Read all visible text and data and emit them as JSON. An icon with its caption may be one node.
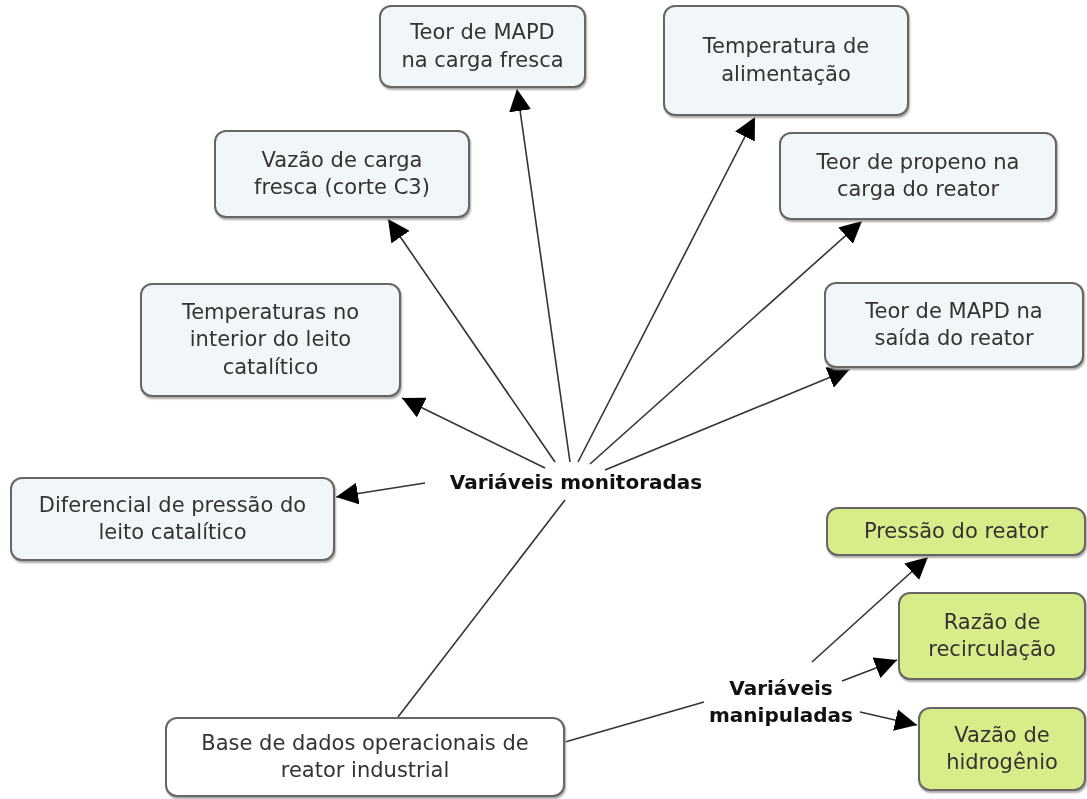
{
  "diagram": {
    "nodes": [
      {
        "text": [
          "Base de dados operacionais de reator industrial"
        ]
      },
      {
        "text": [
          "Variáveis monitoradas"
        ]
      },
      {
        "text": [
          "Variáveis manipuladas"
        ]
      },
      {
        "text": [
          "Teor de MAPD na carga fresca"
        ]
      },
      {
        "text": [
          "Temperatura de alimentação"
        ]
      },
      {
        "text": [
          "Vazão de carga fresca (corte C3)"
        ]
      },
      {
        "text": [
          "Teor de propeno na carga do reator"
        ]
      },
      {
        "text": [
          "Temperaturas no interior do leito catalítico"
        ]
      },
      {
        "text": [
          "Teor de MAPD na saída do reator"
        ]
      },
      {
        "text": [
          "Diferencial de pressão do leito catalítico"
        ]
      },
      {
        "text": [
          "Pressão do reator"
        ]
      },
      {
        "text": [
          "Razão de recirculação"
        ]
      },
      {
        "text": [
          "Vazão de hidrogênio"
        ]
      }
    ],
    "edges": [
      {
        "from": 0,
        "to": 1,
        "arrow": "none"
      },
      {
        "from": 0,
        "to": 2,
        "arrow": "none"
      },
      {
        "from": 1,
        "to": 3,
        "arrow": "to"
      },
      {
        "from": 1,
        "to": 4,
        "arrow": "to"
      },
      {
        "from": 1,
        "to": 5,
        "arrow": "to"
      },
      {
        "from": 1,
        "to": 6,
        "arrow": "to"
      },
      {
        "from": 1,
        "to": 7,
        "arrow": "to"
      },
      {
        "from": 1,
        "to": 8,
        "arrow": "to"
      },
      {
        "from": 1,
        "to": 9,
        "arrow": "to"
      },
      {
        "from": 2,
        "to": 10,
        "arrow": "to"
      },
      {
        "from": 2,
        "to": 11,
        "arrow": "to"
      },
      {
        "from": 2,
        "to": 12,
        "arrow": "to"
      }
    ]
  }
}
